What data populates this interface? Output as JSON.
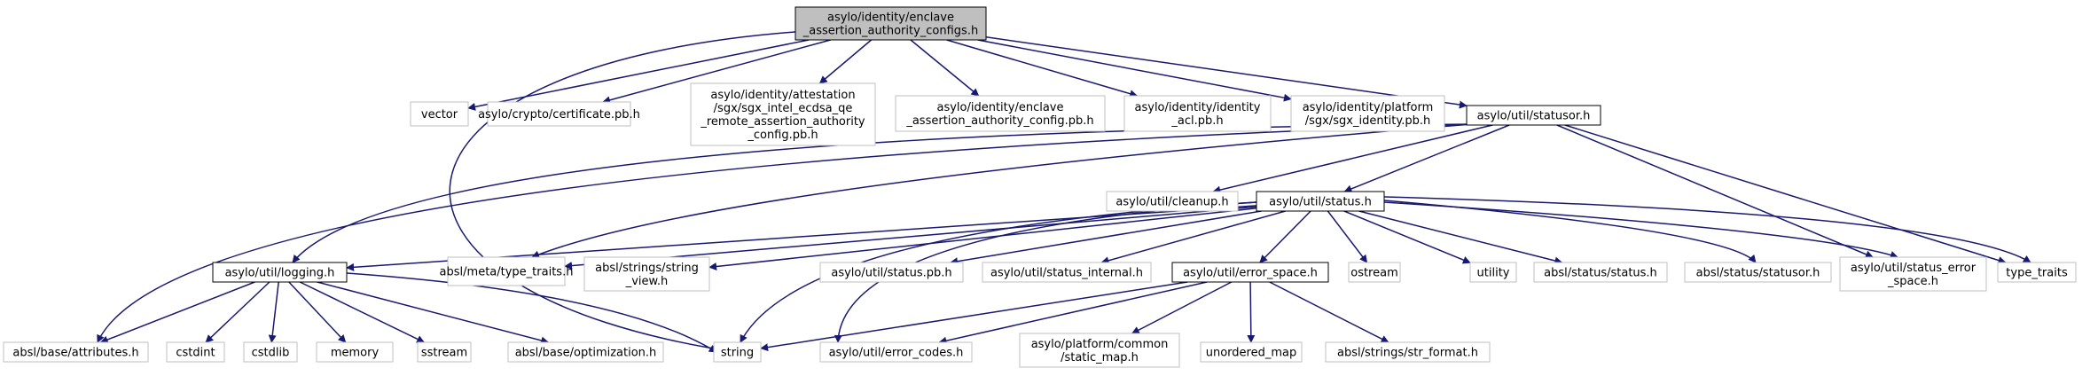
{
  "colors": {
    "edge": "#191970",
    "root_fill": "#bfbfbf",
    "gray_border": "#bfbfbf",
    "black_border": "#000000"
  },
  "nodes": [
    {
      "id": "root",
      "lines": [
        "asylo/identity/enclave",
        "_assertion_authority_configs.h"
      ],
      "style": "root"
    },
    {
      "id": "vector",
      "lines": [
        "vector"
      ],
      "style": "gray"
    },
    {
      "id": "certificate",
      "lines": [
        "asylo/crypto/certificate.pb.h"
      ],
      "style": "gray"
    },
    {
      "id": "attestation",
      "lines": [
        "asylo/identity/attestation",
        "/sgx/sgx_intel_ecdsa_qe",
        "_remote_assertion_authority",
        "_config.pb.h"
      ],
      "style": "gray"
    },
    {
      "id": "enclave_cfg",
      "lines": [
        "asylo/identity/enclave",
        "_assertion_authority_config.pb.h"
      ],
      "style": "gray"
    },
    {
      "id": "identity_acl",
      "lines": [
        "asylo/identity/identity",
        "_acl.pb.h"
      ],
      "style": "gray"
    },
    {
      "id": "sgx_identity",
      "lines": [
        "asylo/identity/platform",
        "/sgx/sgx_identity.pb.h"
      ],
      "style": "gray"
    },
    {
      "id": "statusor",
      "lines": [
        "asylo/util/statusor.h"
      ],
      "style": "black"
    },
    {
      "id": "cleanup",
      "lines": [
        "asylo/util/cleanup.h"
      ],
      "style": "gray"
    },
    {
      "id": "status",
      "lines": [
        "asylo/util/status.h"
      ],
      "style": "black"
    },
    {
      "id": "logging",
      "lines": [
        "asylo/util/logging.h"
      ],
      "style": "black"
    },
    {
      "id": "type_traits_meta",
      "lines": [
        "absl/meta/type_traits.h"
      ],
      "style": "gray"
    },
    {
      "id": "string_view",
      "lines": [
        "absl/strings/string",
        "_view.h"
      ],
      "style": "gray"
    },
    {
      "id": "status_pb",
      "lines": [
        "asylo/util/status.pb.h"
      ],
      "style": "gray"
    },
    {
      "id": "status_internal",
      "lines": [
        "asylo/util/status_internal.h"
      ],
      "style": "gray"
    },
    {
      "id": "error_space",
      "lines": [
        "asylo/util/error_space.h"
      ],
      "style": "black"
    },
    {
      "id": "ostream",
      "lines": [
        "ostream"
      ],
      "style": "gray"
    },
    {
      "id": "utility",
      "lines": [
        "utility"
      ],
      "style": "gray"
    },
    {
      "id": "absl_status",
      "lines": [
        "absl/status/status.h"
      ],
      "style": "gray"
    },
    {
      "id": "absl_statusor",
      "lines": [
        "absl/status/statusor.h"
      ],
      "style": "gray"
    },
    {
      "id": "status_error_space",
      "lines": [
        "asylo/util/status_error",
        "_space.h"
      ],
      "style": "gray"
    },
    {
      "id": "type_traits",
      "lines": [
        "type_traits"
      ],
      "style": "gray"
    },
    {
      "id": "attributes",
      "lines": [
        "absl/base/attributes.h"
      ],
      "style": "gray"
    },
    {
      "id": "cstdint",
      "lines": [
        "cstdint"
      ],
      "style": "gray"
    },
    {
      "id": "cstdlib",
      "lines": [
        "cstdlib"
      ],
      "style": "gray"
    },
    {
      "id": "memory",
      "lines": [
        "memory"
      ],
      "style": "gray"
    },
    {
      "id": "sstream",
      "lines": [
        "sstream"
      ],
      "style": "gray"
    },
    {
      "id": "optimization",
      "lines": [
        "absl/base/optimization.h"
      ],
      "style": "gray"
    },
    {
      "id": "string",
      "lines": [
        "string"
      ],
      "style": "gray"
    },
    {
      "id": "error_codes",
      "lines": [
        "asylo/util/error_codes.h"
      ],
      "style": "gray"
    },
    {
      "id": "static_map",
      "lines": [
        "asylo/platform/common",
        "/static_map.h"
      ],
      "style": "gray"
    },
    {
      "id": "unordered_map",
      "lines": [
        "unordered_map"
      ],
      "style": "gray"
    },
    {
      "id": "str_format",
      "lines": [
        "absl/strings/str_format.h"
      ],
      "style": "gray"
    }
  ],
  "edges": [
    [
      "root",
      "vector"
    ],
    [
      "root",
      "certificate"
    ],
    [
      "root",
      "attestation"
    ],
    [
      "root",
      "enclave_cfg"
    ],
    [
      "root",
      "identity_acl"
    ],
    [
      "root",
      "sgx_identity"
    ],
    [
      "root",
      "statusor"
    ],
    [
      "root",
      "string"
    ],
    [
      "statusor",
      "cleanup"
    ],
    [
      "statusor",
      "status"
    ],
    [
      "statusor",
      "logging"
    ],
    [
      "statusor",
      "type_traits_meta"
    ],
    [
      "statusor",
      "attributes"
    ],
    [
      "statusor",
      "status_error_space"
    ],
    [
      "statusor",
      "type_traits"
    ],
    [
      "status",
      "logging"
    ],
    [
      "status",
      "type_traits_meta"
    ],
    [
      "status",
      "string_view"
    ],
    [
      "status",
      "status_pb"
    ],
    [
      "status",
      "status_internal"
    ],
    [
      "status",
      "error_space"
    ],
    [
      "status",
      "ostream"
    ],
    [
      "status",
      "utility"
    ],
    [
      "status",
      "absl_status"
    ],
    [
      "status",
      "absl_statusor"
    ],
    [
      "status",
      "status_error_space"
    ],
    [
      "status",
      "type_traits"
    ],
    [
      "status",
      "string"
    ],
    [
      "status",
      "error_codes"
    ],
    [
      "logging",
      "attributes"
    ],
    [
      "logging",
      "cstdint"
    ],
    [
      "logging",
      "cstdlib"
    ],
    [
      "logging",
      "memory"
    ],
    [
      "logging",
      "sstream"
    ],
    [
      "logging",
      "optimization"
    ],
    [
      "logging",
      "string"
    ],
    [
      "error_space",
      "string"
    ],
    [
      "error_space",
      "error_codes"
    ],
    [
      "error_space",
      "static_map"
    ],
    [
      "error_space",
      "unordered_map"
    ],
    [
      "error_space",
      "str_format"
    ]
  ]
}
